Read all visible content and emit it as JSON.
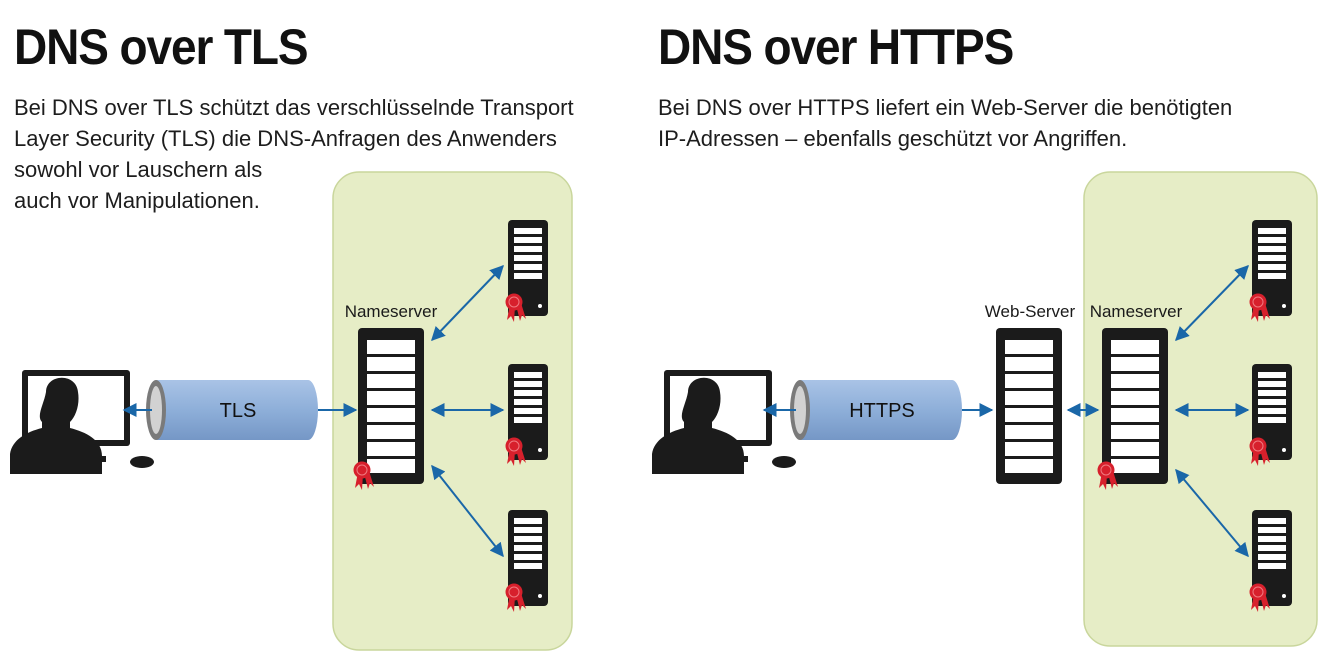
{
  "left_panel": {
    "title": "DNS over TLS",
    "description": "Bei DNS over TLS schützt das verschlüsselnde Transport\nLayer Security (TLS) die DNS-Anfragen des Anwenders\nsowohl vor Lauschern als\nauch vor Manipulationen.",
    "tunnel_label": "TLS",
    "nameserver_label": "Nameserver"
  },
  "right_panel": {
    "title": "DNS over HTTPS",
    "description": "Bei DNS over HTTPS liefert ein Web-Server die benötigten\nIP-Adressen – ebenfalls geschützt vor Angriffen.",
    "tunnel_label": "HTTPS",
    "webserver_label": "Web-Server",
    "nameserver_label": "Nameserver"
  },
  "colors": {
    "trust_zone": "#e6edc6",
    "trust_zone_border": "#c9d69c",
    "tunnel": "#8eafd9",
    "arrow": "#1a67a8",
    "server_dark": "#1b1b1b",
    "seal": "#d7202c"
  }
}
